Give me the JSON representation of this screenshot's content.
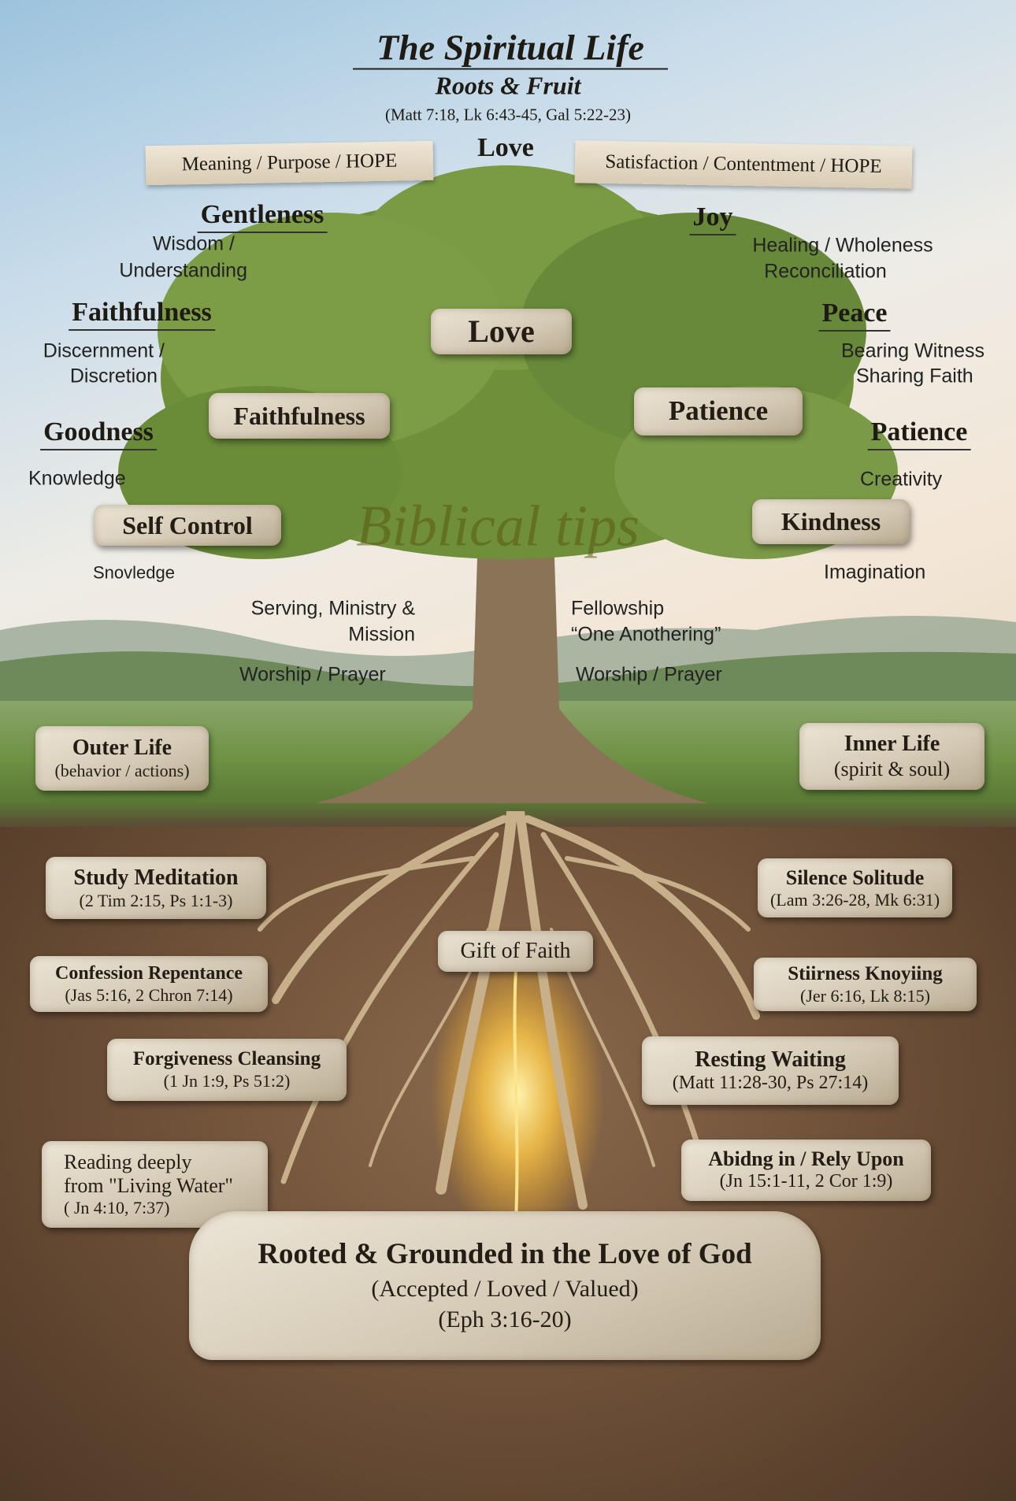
{
  "header": {
    "title": "The Spiritual Life",
    "subtitle": "Roots & Fruit",
    "references": "(Matt 7:18, Lk 6:43-45, Gal 5:22-23)",
    "top_fruit": "Love"
  },
  "banners": {
    "left": "Meaning / Purpose / HOPE",
    "right": "Satisfaction / Contentment / HOPE"
  },
  "fruits_left": [
    {
      "label": "Gentleness",
      "lines": [
        "Wisdom /",
        "Understanding"
      ]
    },
    {
      "label": "Faithfulness",
      "lines": [
        "Discernment /",
        "Discretion"
      ]
    },
    {
      "label": "Goodness",
      "lines": [
        "Knowledge"
      ]
    }
  ],
  "fruits_right": [
    {
      "label": "Joy",
      "lines": [
        "Healing / Wholeness",
        "Reconciliation"
      ]
    },
    {
      "label": "Peace",
      "lines": [
        "Bearing Witness",
        "Sharing Faith"
      ]
    },
    {
      "label": "Patience",
      "lines": [
        "Creativity"
      ]
    }
  ],
  "extra_text": {
    "left_low": "Snovledge",
    "right_low": "Imagination",
    "serving": [
      "Serving, Ministry &",
      "Mission"
    ],
    "fellowship": [
      "Fellowship",
      "“One Anothering”"
    ],
    "worship_left": "Worship / Prayer",
    "worship_right": "Worship / Prayer"
  },
  "tree_stones": {
    "love": "Love",
    "faithfulness": "Faithfulness",
    "patience": "Patience",
    "self_control": "Self Control",
    "kindness": "Kindness"
  },
  "watermark": "Biblical tips",
  "life": {
    "outer": [
      "Outer Life",
      "(behavior / actions)"
    ],
    "inner": [
      "Inner Life",
      "(spirit & soul)"
    ]
  },
  "roots_left": [
    {
      "title": "Study Meditation",
      "ref": "(2 Tim 2:15, Ps 1:1-3)"
    },
    {
      "title": "Confession Repentance",
      "ref": "(Jas 5:16, 2 Chron 7:14)"
    },
    {
      "title": "Forgiveness Cleansing",
      "ref": "(1 Jn 1:9, Ps 51:2)"
    },
    {
      "title": "Reading deeply",
      "title2": "from \"Living Water\"",
      "ref": "( Jn 4:10, 7:37)"
    }
  ],
  "roots_right": [
    {
      "title": "Silence Solitude",
      "ref": "(Lam 3:26-28, Mk 6:31)"
    },
    {
      "title": "Stiirness Knoyiing",
      "ref": "(Jer 6:16, Lk 8:15)"
    },
    {
      "title": "Resting Waiting",
      "ref": "(Matt 11:28-30, Ps 27:14)"
    },
    {
      "title": "Abidng in / Rely Upon",
      "ref": "(Jn 15:1-11, 2 Cor 1:9)"
    }
  ],
  "gift": "Gift of Faith",
  "foundation": {
    "title": "Rooted & Grounded in the Love of God",
    "line2": "(Accepted / Loved / Valued)",
    "line3": "(Eph 3:16-20)"
  },
  "colors": {
    "sky": "#c9dcea",
    "leaf": "#6f8f3a",
    "soil": "#6e5038",
    "stone": "#ddd3c0",
    "glow": "#ffd36a"
  }
}
